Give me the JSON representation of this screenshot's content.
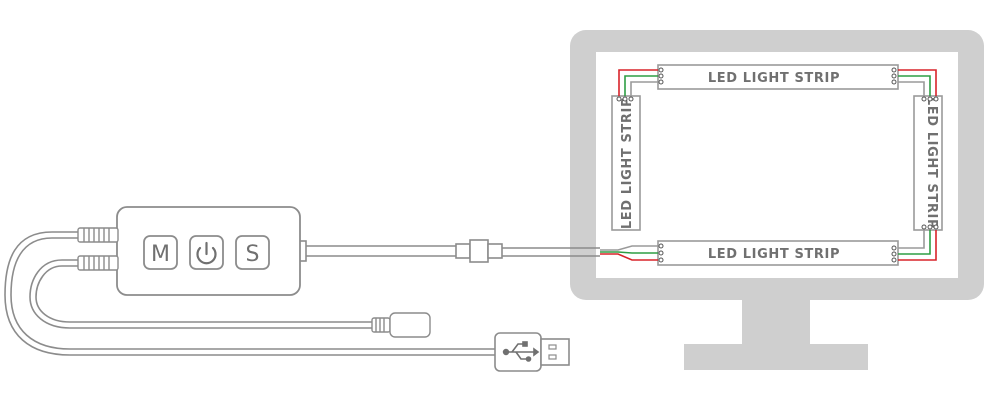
{
  "controller": {
    "buttons": [
      {
        "id": "mode",
        "label": "M"
      },
      {
        "id": "power",
        "label": ""
      },
      {
        "id": "speed",
        "label": "S"
      }
    ]
  },
  "strips": {
    "top": "LED LIGHT STRIP",
    "bottom": "LED LIGHT STRIP",
    "left": "LED LIGHT STRIP",
    "right": "LED LIGHT STRIP"
  },
  "colors": {
    "outline": "#8c8c8c",
    "monitor": "#cfcfcf",
    "wire_red": "#d8232a",
    "wire_green": "#2e9e44",
    "text": "#707070"
  },
  "icons": [
    "power-icon",
    "usb-icon",
    "dc-jack-icon",
    "monitor-icon"
  ]
}
